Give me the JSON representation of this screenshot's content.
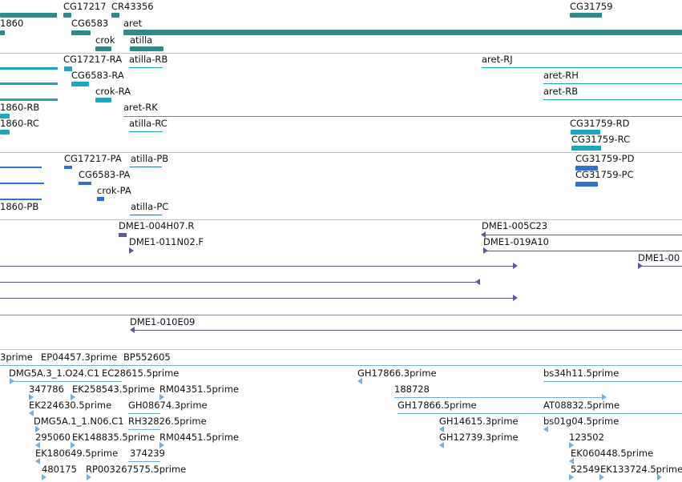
{
  "colors": {
    "gene": "#2a8c8c",
    "transcript": "#17a6c4",
    "protein": "#2f6fd6",
    "clone_end": "#6a4fa8",
    "est": "#6fb0dc",
    "separator": "#b9c3cc"
  },
  "tracks": {
    "genes": {
      "labels": [
        "CG17217",
        "CR43356",
        "CG31759",
        "1860",
        "CG6583",
        "aret",
        "crok",
        "atilla"
      ]
    },
    "transcripts": {
      "labels": [
        "CG17217-RA",
        "atilla-RB",
        "aret-RJ",
        "CG6583-RA",
        "aret-RH",
        "crok-RA",
        "aret-RB",
        "1860-RB",
        "aret-RK",
        "1860-RC",
        "atilla-RC",
        "CG31759-RD",
        "CG31759-RC"
      ]
    },
    "proteins": {
      "labels": [
        "CG17217-PA",
        "atilla-PB",
        "CG31759-PD",
        "CG6583-PA",
        "CG31759-PC",
        "crok-PA",
        "1860-PB",
        "atilla-PC"
      ]
    },
    "clone_ends": {
      "labels": [
        "DME1-004H07.R",
        "DME1-005C23",
        "DME1-011N02.F",
        "DME1-019A10",
        "DME1-00",
        "DME1-010E09"
      ]
    },
    "ests": {
      "labels": [
        "3prime",
        "EP04457.3prime",
        "BP552605",
        "DMG5A.3_1.O24.C1",
        "EC28615.5prime",
        "GH17866.3prime",
        "bs34h11.5prime",
        "188728",
        "347786",
        "EK258543.5prime",
        "RM04351.5prime",
        "GH17866.5prime",
        "AT08832.5prime",
        "EK224630.5prime",
        "GH08674.3prime",
        "GH14615.3prime",
        "bs01g04.5prime",
        "DMG5A.1_1.N06.C1",
        "RH32826.5prime",
        "GH12739.3prime",
        "123502",
        "295060",
        "EK148835.5prime",
        "RM04451.5prime",
        "EK180649.5prime",
        "374239",
        "EK060448.5prime",
        "480175",
        "RP003267575.5prime",
        "52549",
        "EK133724.5prime"
      ]
    }
  }
}
